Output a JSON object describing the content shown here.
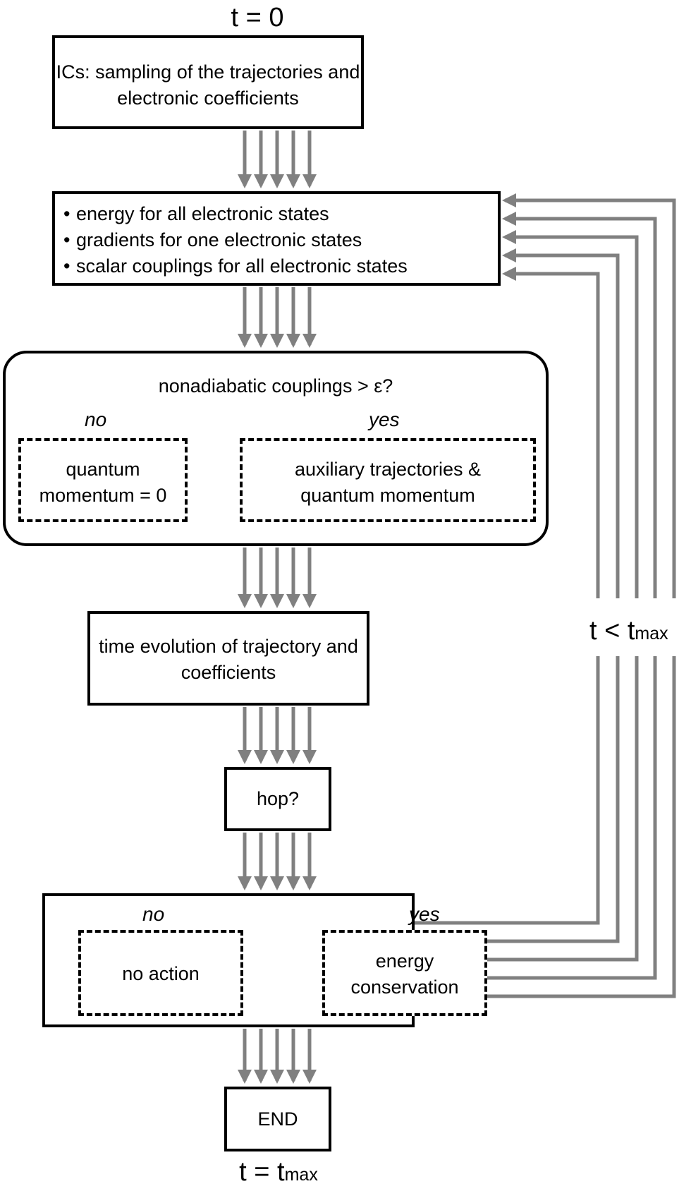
{
  "colors": {
    "arrow": "#808080",
    "border": "#000000"
  },
  "labels": {
    "start_time": "t = 0",
    "loop_condition_main": "t < t",
    "loop_condition_sub": "max",
    "end_time_main": "t = t",
    "end_time_sub": "max"
  },
  "nodes": {
    "init": {
      "line1": "ICs: sampling of the trajectories and",
      "line2": "electronic coefficients"
    },
    "compute": {
      "items": [
        "energy for all electronic states",
        "gradients for one electronic states",
        "scalar couplings for all electronic states"
      ]
    },
    "nac_decision": {
      "question": "nonadiabatic couplings > ε?",
      "no_label": "no",
      "yes_label": "yes",
      "no_line1": "quantum",
      "no_line2": "momentum = 0",
      "yes_line1": "auxiliary trajectories &",
      "yes_line2": "quantum momentum"
    },
    "propagate": {
      "line1": "time evolution of trajectory and",
      "line2": "coefficients"
    },
    "hop": {
      "label": "hop?"
    },
    "hop_outcome": {
      "no_label": "no",
      "yes_label": "yes",
      "no_action": "no action",
      "yes_line1": "energy",
      "yes_line2": "conservation"
    },
    "end": {
      "label": "END"
    }
  }
}
